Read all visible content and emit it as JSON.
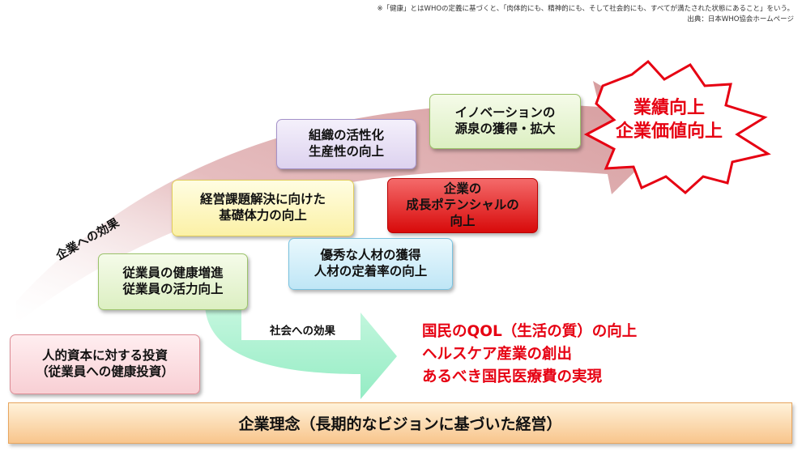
{
  "notes": {
    "definition": "※「健康」とはWHOの定義に基づくと、「肉体的にも、精神的にも、そして社会的にも、すべてが満たされた状態にあること」をいう。",
    "source": "出典：日本WHO協会ホームページ"
  },
  "labels": {
    "effect_company": "企業への効果",
    "effect_society": "社会への効果"
  },
  "boxes": {
    "investment": [
      "人的資本に対する投資",
      "（従業員への健康投資）"
    ],
    "employee_health": [
      "従業員の健康増進",
      "従業員の活力向上"
    ],
    "base_capability": [
      "経営課題解決に向けた",
      "基礎体力の向上"
    ],
    "organization": [
      "組織の活性化",
      "生産性の向上"
    ],
    "innovation": [
      "イノベーションの",
      "源泉の獲得・拡大"
    ],
    "talent": [
      "優秀な人材の獲得",
      "人材の定着率の向上"
    ],
    "growth_potential": [
      "企業の",
      "成長ポテンシャルの",
      "向上"
    ]
  },
  "goal": [
    "業績向上",
    "企業価値向上"
  ],
  "social_impacts": [
    "国民のQOL（生活の質）の向上",
    "ヘルスケア産業の創出",
    "あるべき国民医療費の実現"
  ],
  "philosophy": "企業理念（長期的なビジョンに基づいた経営）",
  "colors": {
    "accent_red": "#e60012",
    "big_arrow": "#d9a9ab",
    "social_arrow": "#a8f0cf",
    "base_bar": "#f8c58c"
  }
}
